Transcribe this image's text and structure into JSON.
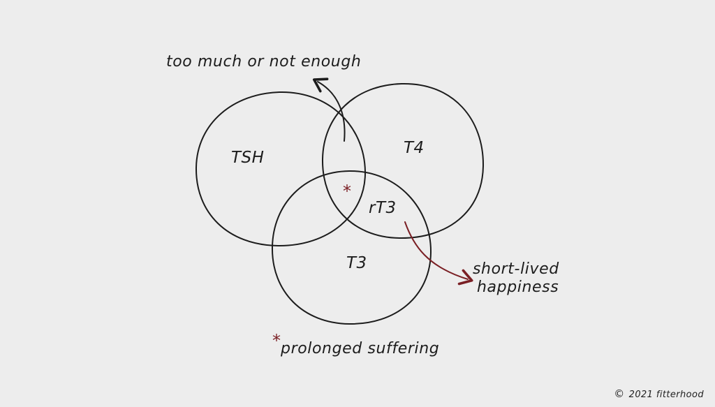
{
  "circles": {
    "tsh": "TSH",
    "t4": "T4",
    "t3": "T3",
    "rt3": "rT3"
  },
  "annotations": {
    "top": "too much or not enough",
    "right_line1": "short-lived",
    "right_line2": "happiness",
    "bottom": "prolonged suffering",
    "asterisk": "*"
  },
  "footer": {
    "copyright_symbol": "©",
    "copyright_text": "2021 fitterhood"
  },
  "colors": {
    "ink": "#1c1c1c",
    "accent": "#7a1f24",
    "background": "#ededed"
  }
}
